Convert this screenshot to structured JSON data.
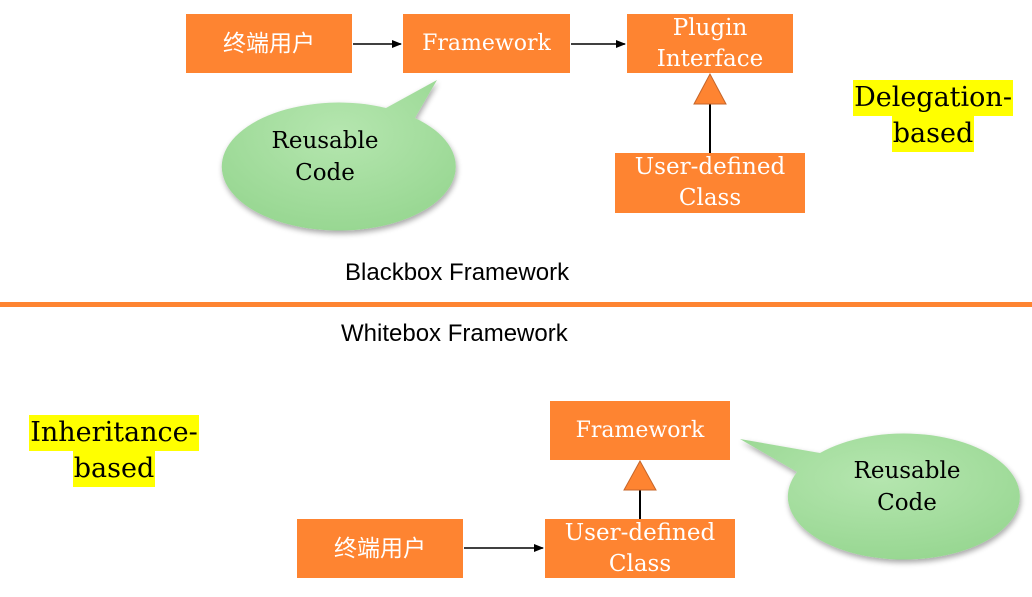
{
  "colors": {
    "box_fill": "#FE8431",
    "box_text": "#FFFFFF",
    "bubble_fill": "#A6DFA0",
    "highlight": "#FFFF00",
    "divider": "#FE8431",
    "arrow": "#000000"
  },
  "blackbox": {
    "title": "Blackbox Framework",
    "approach_label": [
      "Delegation-",
      "based"
    ],
    "nodes": {
      "end_user": "终端用户",
      "framework": "Framework",
      "plugin_interface": [
        "Plugin",
        "Interface"
      ],
      "user_defined_class": [
        "User-defined",
        "Class"
      ]
    },
    "bubble": [
      "Reusable",
      "Code"
    ],
    "edges": [
      {
        "from": "end_user",
        "to": "framework",
        "type": "arrow"
      },
      {
        "from": "framework",
        "to": "plugin_interface",
        "type": "arrow"
      },
      {
        "from": "user_defined_class",
        "to": "plugin_interface",
        "type": "inheritance"
      }
    ]
  },
  "whitebox": {
    "title": "Whitebox Framework",
    "approach_label": [
      "Inheritance-",
      "based"
    ],
    "nodes": {
      "end_user": "终端用户",
      "framework": "Framework",
      "user_defined_class": [
        "User-defined",
        "Class"
      ]
    },
    "bubble": [
      "Reusable",
      "Code"
    ],
    "edges": [
      {
        "from": "end_user",
        "to": "user_defined_class",
        "type": "arrow"
      },
      {
        "from": "user_defined_class",
        "to": "framework",
        "type": "inheritance"
      }
    ]
  }
}
